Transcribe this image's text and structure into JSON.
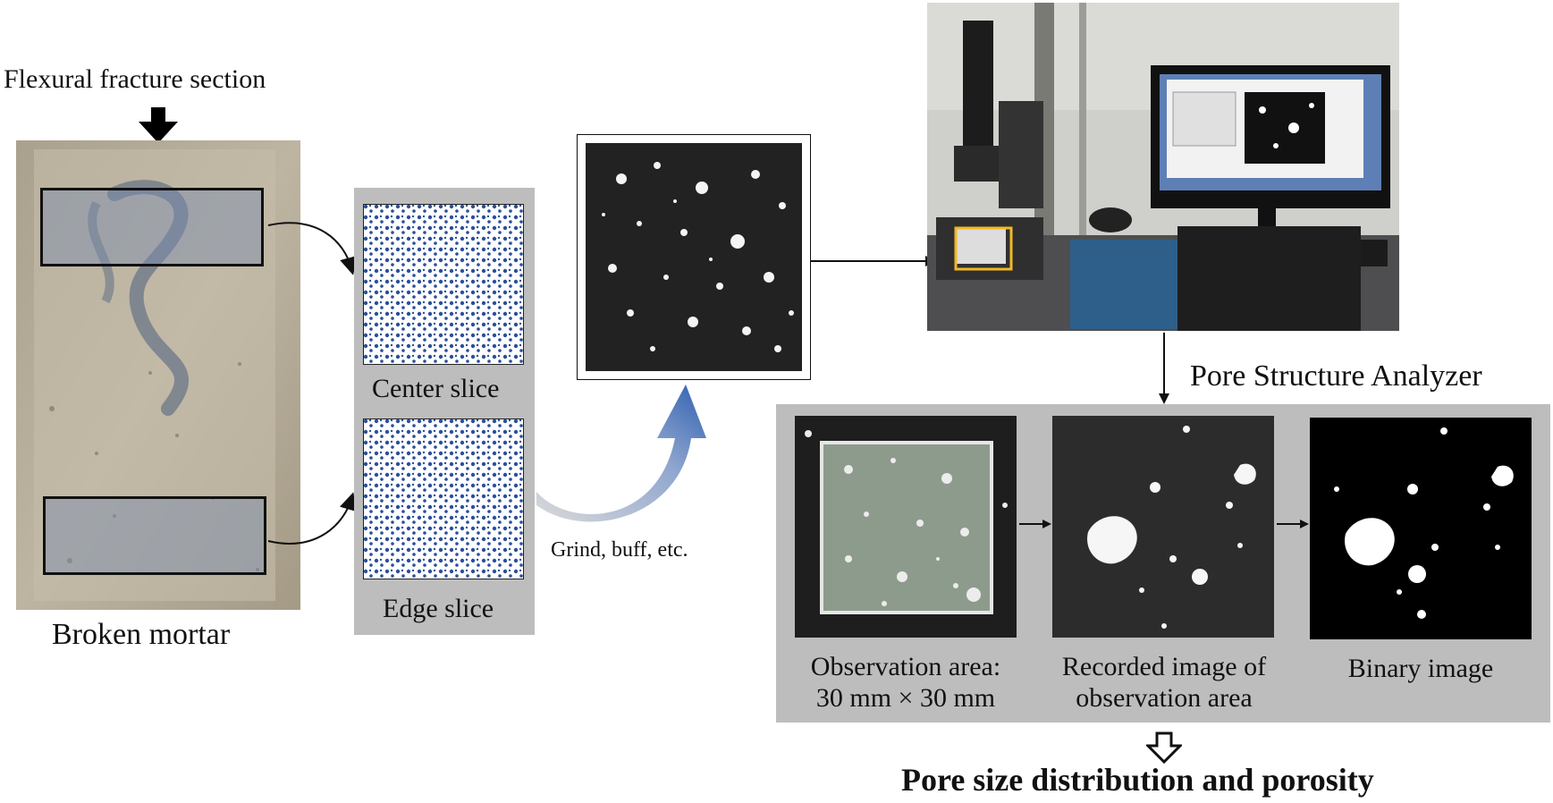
{
  "labels": {
    "flexural_section": "Flexural fracture section",
    "broken_mortar": "Broken mortar",
    "center_slice": "Center slice",
    "edge_slice": "Edge slice",
    "grind": "Grind, buff, etc.",
    "analyzer": "Pore Structure Analyzer",
    "obs_area_line1": "Observation area:",
    "obs_area_line2": "30 mm × 30 mm",
    "recorded_line1": "Recorded image of",
    "recorded_line2": "observation area",
    "binary": "Binary image",
    "result": "Pore size distribution and porosity"
  },
  "colors": {
    "panel_gray": "#bdbdbd",
    "mortar": "#b4ab98",
    "slice_dot": "#2b4f9a",
    "sweep_arrow": "#2f5fb0",
    "highlight_box": "#f2b824"
  },
  "icons": {
    "down_arrow_solid": "down-arrow-icon",
    "down_arrow_hollow": "hollow-down-arrow-icon"
  }
}
